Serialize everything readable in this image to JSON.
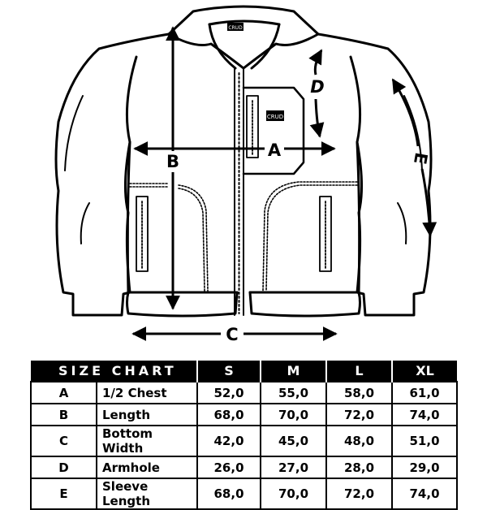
{
  "diagram": {
    "brand_tag": "CRUD",
    "measurement_labels": {
      "a": "A",
      "b": "B",
      "c": "C",
      "d": "D",
      "e": "E"
    }
  },
  "table": {
    "title": "SIZE CHART",
    "sizes": [
      "S",
      "M",
      "L",
      "XL"
    ],
    "rows": [
      {
        "key": "A",
        "name": "1/2 Chest",
        "values": [
          "52,0",
          "55,0",
          "58,0",
          "61,0"
        ]
      },
      {
        "key": "B",
        "name": "Length",
        "values": [
          "68,0",
          "70,0",
          "72,0",
          "74,0"
        ]
      },
      {
        "key": "C",
        "name": "Bottom Width",
        "values": [
          "42,0",
          "45,0",
          "48,0",
          "51,0"
        ]
      },
      {
        "key": "D",
        "name": "Armhole",
        "values": [
          "26,0",
          "27,0",
          "28,0",
          "29,0"
        ]
      },
      {
        "key": "E",
        "name": "Sleeve Length",
        "values": [
          "68,0",
          "70,0",
          "72,0",
          "74,0"
        ]
      }
    ]
  },
  "colors": {
    "ink": "#000000",
    "paper": "#ffffff"
  }
}
